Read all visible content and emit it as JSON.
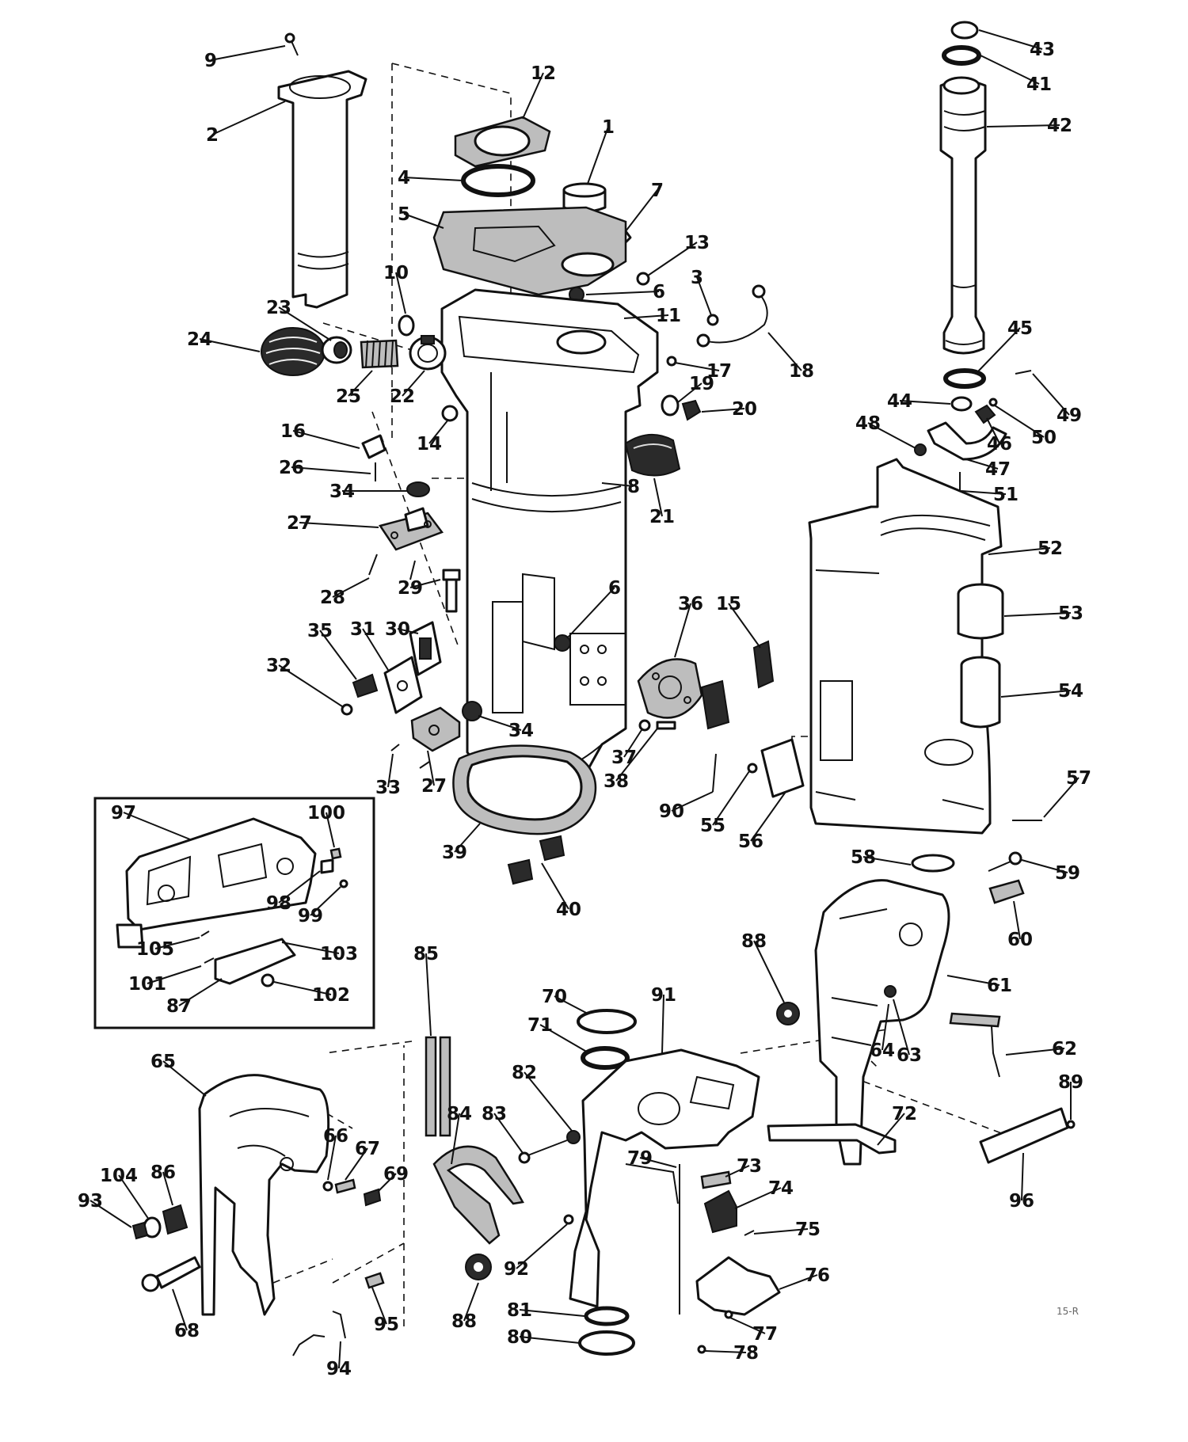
{
  "parts": [
    {
      "id": "p1",
      "label": "1"
    },
    {
      "id": "p2",
      "label": "2"
    },
    {
      "id": "p3",
      "label": "3"
    },
    {
      "id": "p4",
      "label": "4"
    },
    {
      "id": "p5",
      "label": "5"
    },
    {
      "id": "p6a",
      "label": "6"
    },
    {
      "id": "p6b",
      "label": "6"
    },
    {
      "id": "p7",
      "label": "7"
    },
    {
      "id": "p8",
      "label": "8"
    },
    {
      "id": "p9",
      "label": "9"
    },
    {
      "id": "p10",
      "label": "10"
    },
    {
      "id": "p11",
      "label": "11"
    },
    {
      "id": "p12",
      "label": "12"
    },
    {
      "id": "p13",
      "label": "13"
    },
    {
      "id": "p14",
      "label": "14"
    },
    {
      "id": "p15",
      "label": "15"
    },
    {
      "id": "p16",
      "label": "16"
    },
    {
      "id": "p17",
      "label": "17"
    },
    {
      "id": "p18",
      "label": "18"
    },
    {
      "id": "p19",
      "label": "19"
    },
    {
      "id": "p20",
      "label": "20"
    },
    {
      "id": "p21",
      "label": "21"
    },
    {
      "id": "p22",
      "label": "22"
    },
    {
      "id": "p23",
      "label": "23"
    },
    {
      "id": "p24",
      "label": "24"
    },
    {
      "id": "p25",
      "label": "25"
    },
    {
      "id": "p26",
      "label": "26"
    },
    {
      "id": "p27a",
      "label": "27"
    },
    {
      "id": "p27b",
      "label": "27"
    },
    {
      "id": "p28",
      "label": "28"
    },
    {
      "id": "p29",
      "label": "29"
    },
    {
      "id": "p30",
      "label": "30"
    },
    {
      "id": "p31",
      "label": "31"
    },
    {
      "id": "p32",
      "label": "32"
    },
    {
      "id": "p33",
      "label": "33"
    },
    {
      "id": "p34a",
      "label": "34"
    },
    {
      "id": "p34b",
      "label": "34"
    },
    {
      "id": "p35",
      "label": "35"
    },
    {
      "id": "p36",
      "label": "36"
    },
    {
      "id": "p37",
      "label": "37"
    },
    {
      "id": "p38",
      "label": "38"
    },
    {
      "id": "p39",
      "label": "39"
    },
    {
      "id": "p40",
      "label": "40"
    },
    {
      "id": "p41",
      "label": "41"
    },
    {
      "id": "p42",
      "label": "42"
    },
    {
      "id": "p43",
      "label": "43"
    },
    {
      "id": "p44",
      "label": "44"
    },
    {
      "id": "p45",
      "label": "45"
    },
    {
      "id": "p46",
      "label": "46"
    },
    {
      "id": "p47",
      "label": "47"
    },
    {
      "id": "p48",
      "label": "48"
    },
    {
      "id": "p49",
      "label": "49"
    },
    {
      "id": "p50",
      "label": "50"
    },
    {
      "id": "p51",
      "label": "51"
    },
    {
      "id": "p52",
      "label": "52"
    },
    {
      "id": "p53",
      "label": "53"
    },
    {
      "id": "p54",
      "label": "54"
    },
    {
      "id": "p55",
      "label": "55"
    },
    {
      "id": "p56",
      "label": "56"
    },
    {
      "id": "p57",
      "label": "57"
    },
    {
      "id": "p58",
      "label": "58"
    },
    {
      "id": "p59",
      "label": "59"
    },
    {
      "id": "p60",
      "label": "60"
    },
    {
      "id": "p61",
      "label": "61"
    },
    {
      "id": "p62",
      "label": "62"
    },
    {
      "id": "p63",
      "label": "63"
    },
    {
      "id": "p64",
      "label": "64"
    },
    {
      "id": "p65",
      "label": "65"
    },
    {
      "id": "p66",
      "label": "66"
    },
    {
      "id": "p67",
      "label": "67"
    },
    {
      "id": "p68",
      "label": "68"
    },
    {
      "id": "p69",
      "label": "69"
    },
    {
      "id": "p70",
      "label": "70"
    },
    {
      "id": "p71",
      "label": "71"
    },
    {
      "id": "p72",
      "label": "72"
    },
    {
      "id": "p73",
      "label": "73"
    },
    {
      "id": "p74",
      "label": "74"
    },
    {
      "id": "p75",
      "label": "75"
    },
    {
      "id": "p76",
      "label": "76"
    },
    {
      "id": "p77",
      "label": "77"
    },
    {
      "id": "p78",
      "label": "78"
    },
    {
      "id": "p79",
      "label": "79"
    },
    {
      "id": "p80",
      "label": "80"
    },
    {
      "id": "p81",
      "label": "81"
    },
    {
      "id": "p82",
      "label": "82"
    },
    {
      "id": "p83",
      "label": "83"
    },
    {
      "id": "p84",
      "label": "84"
    },
    {
      "id": "p85",
      "label": "85"
    },
    {
      "id": "p86",
      "label": "86"
    },
    {
      "id": "p87",
      "label": "87"
    },
    {
      "id": "p88a",
      "label": "88"
    },
    {
      "id": "p88b",
      "label": "88"
    },
    {
      "id": "p89",
      "label": "89"
    },
    {
      "id": "p90",
      "label": "90"
    },
    {
      "id": "p91",
      "label": "91"
    },
    {
      "id": "p92",
      "label": "92"
    },
    {
      "id": "p93",
      "label": "93"
    },
    {
      "id": "p94",
      "label": "94"
    },
    {
      "id": "p95",
      "label": "95"
    },
    {
      "id": "p96",
      "label": "96"
    },
    {
      "id": "p97",
      "label": "97"
    },
    {
      "id": "p98",
      "label": "98"
    },
    {
      "id": "p99",
      "label": "99"
    },
    {
      "id": "p100",
      "label": "100"
    },
    {
      "id": "p101",
      "label": "101"
    },
    {
      "id": "p102",
      "label": "102"
    },
    {
      "id": "p103",
      "label": "103"
    },
    {
      "id": "p104",
      "label": "104"
    },
    {
      "id": "p105",
      "label": "105"
    }
  ],
  "corner_code": "15-R"
}
